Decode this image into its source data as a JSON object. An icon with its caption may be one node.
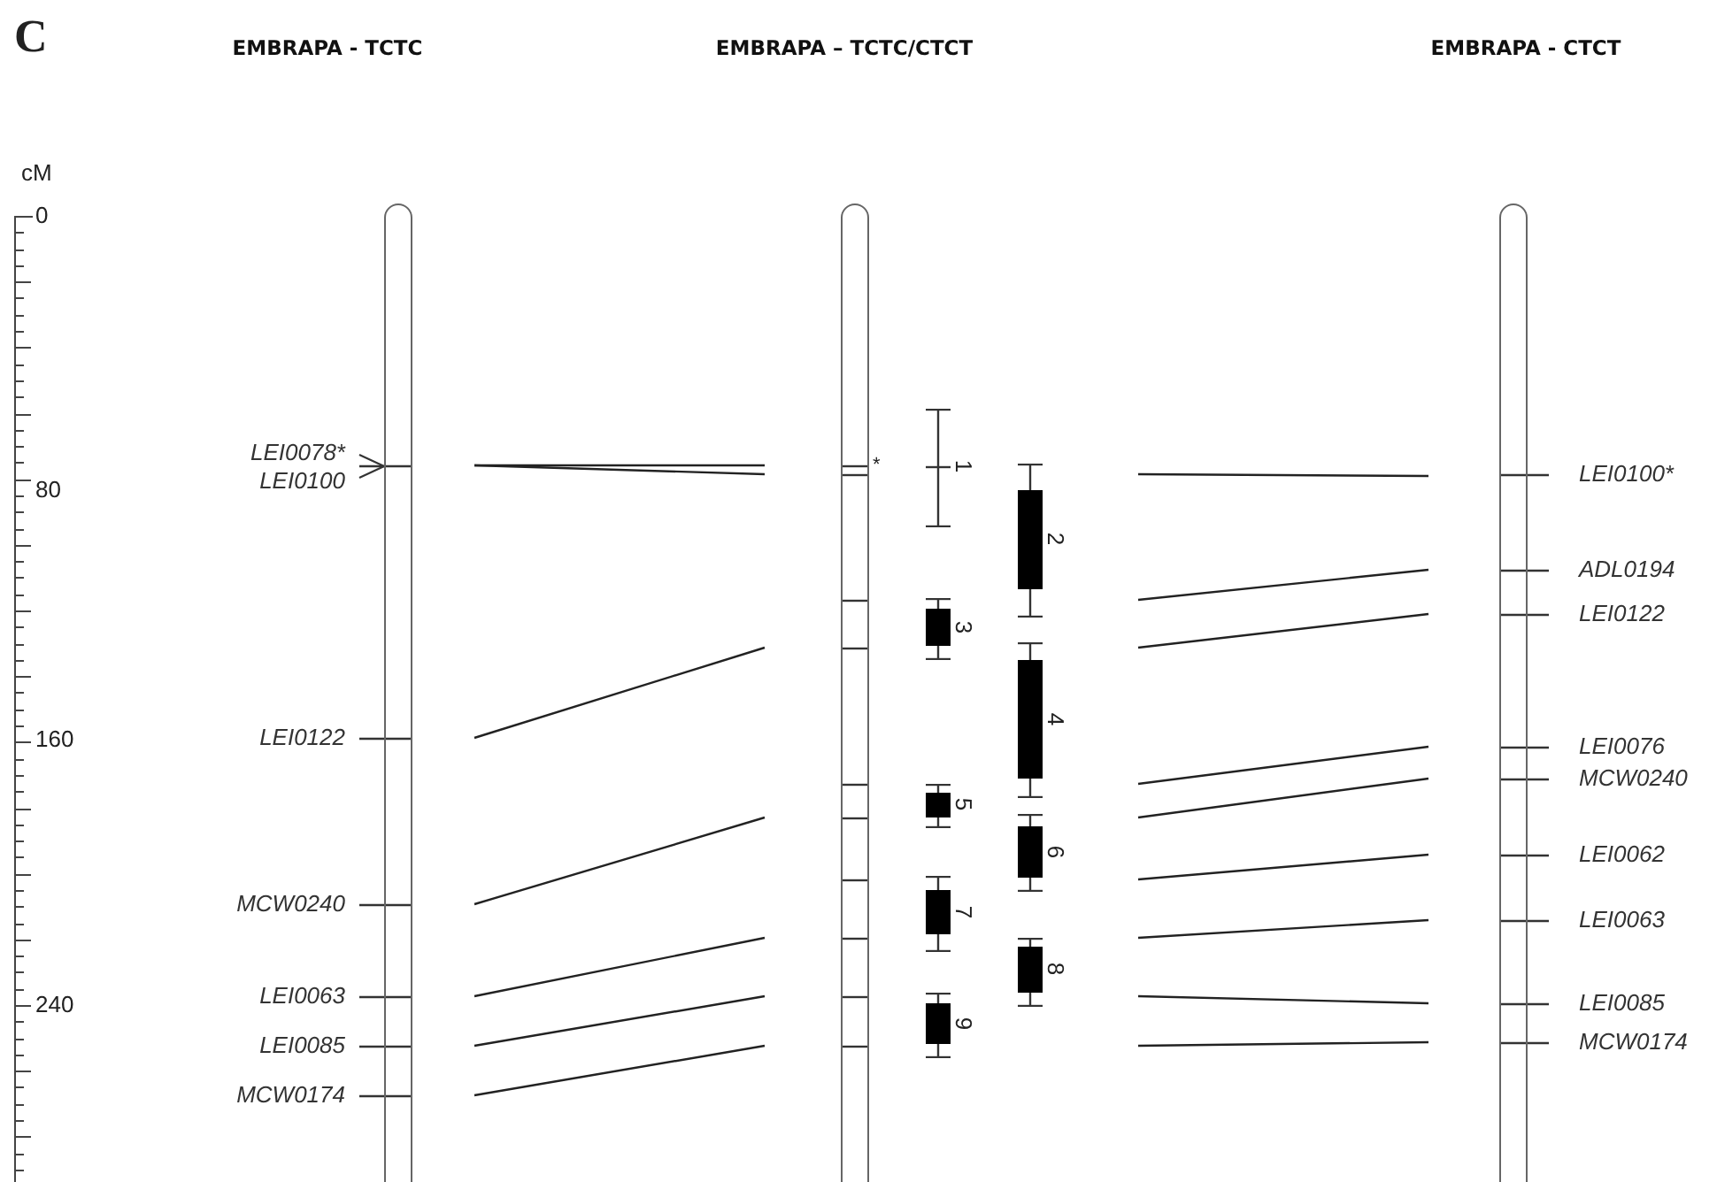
{
  "diagram": {
    "nodes": [
      {
        "text": [],
        "shape": "bar",
        "beside": [
          "LEI0078*",
          "LEI0100",
          "LEI0122",
          "MCW0240",
          "LEI0063",
          "LEI0085",
          "MCW0174"
        ]
      },
      {
        "text": [],
        "shape": "bar"
      },
      {
        "text": [],
        "shape": "bar",
        "beside": [
          "LEI0100*",
          "ADL0194",
          "LEI0122",
          "LEI0076",
          "MCW0240",
          "LEI0062",
          "LEI0063",
          "LEI0085",
          "MCW0174"
        ]
      },
      {
        "text": [
          "1"
        ]
      },
      {
        "text": [
          "2"
        ]
      },
      {
        "text": [
          "3"
        ]
      },
      {
        "text": [
          "4"
        ]
      },
      {
        "text": [
          "5"
        ]
      },
      {
        "text": [
          "6"
        ]
      },
      {
        "text": [
          "7"
        ]
      },
      {
        "text": [
          "8"
        ]
      },
      {
        "text": [
          "9"
        ]
      }
    ],
    "labels": [
      "C",
      "EMBRAPA - TCTC",
      "EMBRAPA – TCTC/CTCT",
      "EMBRAPA - CTCT",
      "cM",
      "0",
      "80",
      "160",
      "240",
      "*"
    ]
  }
}
